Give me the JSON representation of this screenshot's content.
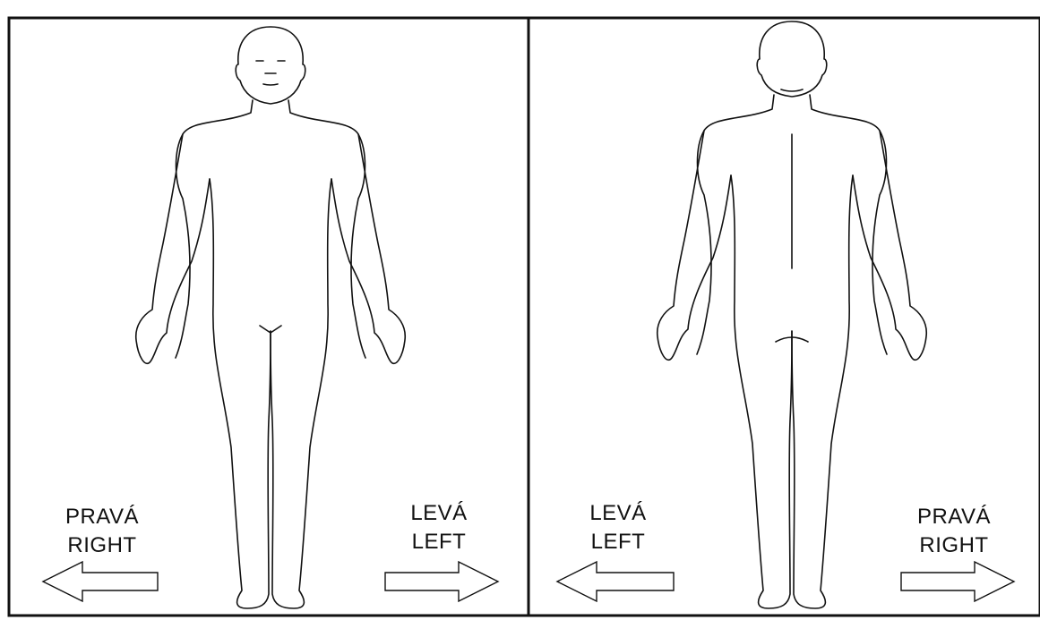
{
  "panels": {
    "front": {
      "label_left": {
        "line1": "PRAVÁ",
        "line2": "RIGHT"
      },
      "label_right": {
        "line1": "LEVÁ",
        "line2": "LEFT"
      }
    },
    "back": {
      "label_left": {
        "line1": "LEVÁ",
        "line2": "LEFT"
      },
      "label_right": {
        "line1": "PRAVÁ",
        "line2": "RIGHT"
      }
    }
  }
}
